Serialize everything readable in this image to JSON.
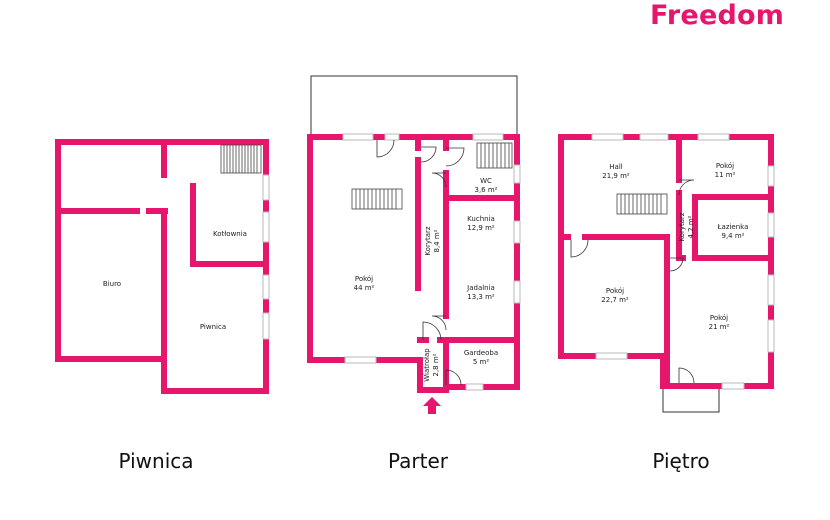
{
  "brand": {
    "name": "Freedom",
    "color": "#e5166c"
  },
  "floors": [
    {
      "title": "Piwnica"
    },
    {
      "title": "Parter"
    },
    {
      "title": "Piętro"
    }
  ],
  "rooms": {
    "piwnica": [
      {
        "name": "Biuro",
        "area": ""
      },
      {
        "name": "Kotłownia",
        "area": ""
      },
      {
        "name": "Piwnica",
        "area": ""
      }
    ],
    "parter": [
      {
        "name": "WC",
        "area": "3,6 m²"
      },
      {
        "name": "Kuchnia",
        "area": "12,9 m²"
      },
      {
        "name": "Korytarz",
        "area": "8,4 m²"
      },
      {
        "name": "Jadalnia",
        "area": "13,3 m²"
      },
      {
        "name": "Pokój",
        "area": "44 m²"
      },
      {
        "name": "Gardeoba",
        "area": "5 m²"
      },
      {
        "name": "Wiatrołap",
        "area": "2,8 m²"
      }
    ],
    "pietro": [
      {
        "name": "Hall",
        "area": "21,9 m²"
      },
      {
        "name": "Pokój",
        "area": "11 m²"
      },
      {
        "name": "Korytarz",
        "area": "4,2 m²"
      },
      {
        "name": "Łazienka",
        "area": "9,4 m²"
      },
      {
        "name": "Pokój",
        "area": "22,7 m²"
      },
      {
        "name": "Pokój",
        "area": "21 m²"
      }
    ]
  }
}
